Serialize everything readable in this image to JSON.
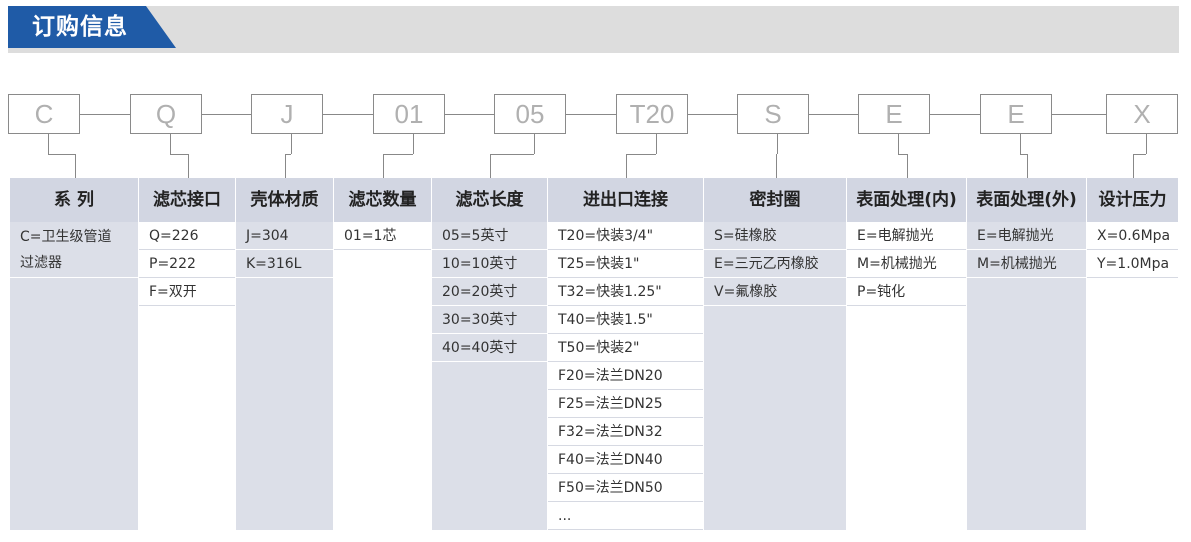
{
  "title": "订购信息",
  "codes": [
    "C",
    "Q",
    "J",
    "01",
    "05",
    "T20",
    "S",
    "E",
    "E",
    "X"
  ],
  "columns": [
    {
      "header": "系 列",
      "items": [
        "C=卫生级管道\n过滤器"
      ]
    },
    {
      "header": "滤芯接口",
      "items": [
        "Q=226",
        "P=222",
        "F=双开"
      ]
    },
    {
      "header": "壳体材质",
      "items": [
        "J=304",
        "K=316L"
      ]
    },
    {
      "header": "滤芯数量",
      "items": [
        "01=1芯"
      ]
    },
    {
      "header": "滤芯长度",
      "items": [
        "05=5英寸",
        "10=10英寸",
        "20=20英寸",
        "30=30英寸",
        "40=40英寸"
      ]
    },
    {
      "header": "进出口连接",
      "items": [
        "T20=快装3/4\"",
        "T25=快装1\"",
        "T32=快装1.25\"",
        "T40=快装1.5\"",
        "T50=快装2\"",
        "F20=法兰DN20",
        "F25=法兰DN25",
        "F32=法兰DN32",
        "F40=法兰DN40",
        "F50=法兰DN50",
        "..."
      ]
    },
    {
      "header": "密封圈",
      "items": [
        "S=硅橡胶",
        "E=三元乙丙橡胶",
        "V=氟橡胶"
      ]
    },
    {
      "header": "表面处理(内)",
      "items": [
        "E=电解抛光",
        "M=机械抛光",
        "P=钝化"
      ]
    },
    {
      "header": "表面处理(外)",
      "items": [
        "E=电解抛光",
        "M=机械抛光"
      ]
    },
    {
      "header": "设计压力",
      "items": [
        "X=0.6Mpa",
        "Y=1.0Mpa"
      ]
    }
  ],
  "colors": {
    "accent": "#1f5ba7",
    "header_bg": "#d2d6e2",
    "col_shade": "#dcdfe8"
  }
}
